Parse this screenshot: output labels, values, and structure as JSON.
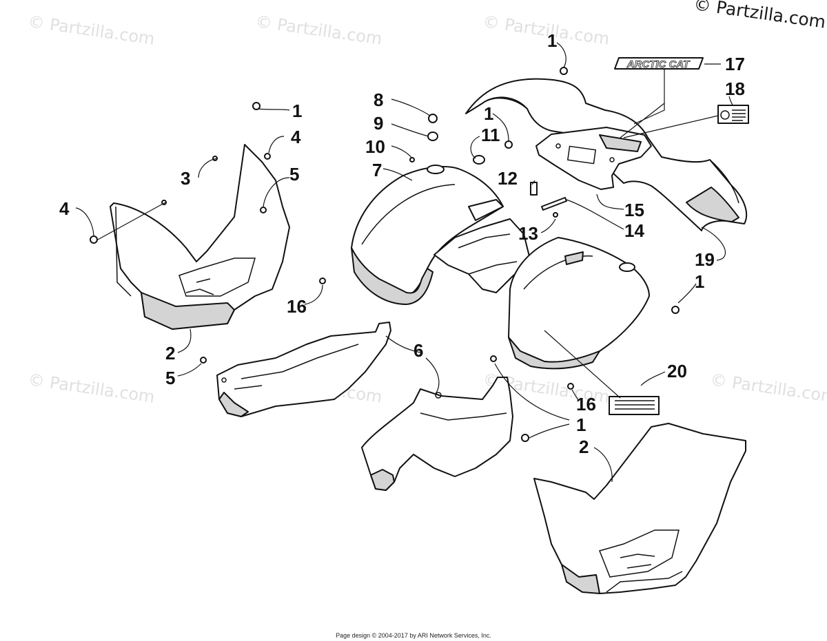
{
  "watermarks": [
    {
      "text": "© Partzilla.com"
    },
    {
      "text": "© Partzilla.com"
    },
    {
      "text": "© Partzilla.com"
    },
    {
      "text": "© Partzilla.com"
    },
    {
      "text": "© Partzilla.com"
    },
    {
      "text": "© Partzilla.com"
    },
    {
      "text": "© Partzilla.com"
    }
  ],
  "copyright": "© Partzilla.com",
  "footer": "Page design © 2004-2017 by ARI Network Services, Inc.",
  "logo_text": "ARCTIC CAT",
  "callouts": [
    {
      "id": "c1a",
      "label": "1"
    },
    {
      "id": "c17",
      "label": "17"
    },
    {
      "id": "c18",
      "label": "18"
    },
    {
      "id": "c1b",
      "label": "1"
    },
    {
      "id": "c8",
      "label": "8"
    },
    {
      "id": "c9",
      "label": "9"
    },
    {
      "id": "c1c",
      "label": "1"
    },
    {
      "id": "c11",
      "label": "11"
    },
    {
      "id": "c10",
      "label": "10"
    },
    {
      "id": "c7",
      "label": "7"
    },
    {
      "id": "c4a",
      "label": "4"
    },
    {
      "id": "c3",
      "label": "3"
    },
    {
      "id": "c5a",
      "label": "5"
    },
    {
      "id": "c4b",
      "label": "4"
    },
    {
      "id": "c12",
      "label": "12"
    },
    {
      "id": "c15",
      "label": "15"
    },
    {
      "id": "c14",
      "label": "14"
    },
    {
      "id": "c13",
      "label": "13"
    },
    {
      "id": "c19",
      "label": "19"
    },
    {
      "id": "c1d",
      "label": "1"
    },
    {
      "id": "c16a",
      "label": "16"
    },
    {
      "id": "c2a",
      "label": "2"
    },
    {
      "id": "c5b",
      "label": "5"
    },
    {
      "id": "c6",
      "label": "6"
    },
    {
      "id": "c20",
      "label": "20"
    },
    {
      "id": "c16b",
      "label": "16"
    },
    {
      "id": "c1e",
      "label": "1"
    },
    {
      "id": "c2b",
      "label": "2"
    }
  ]
}
